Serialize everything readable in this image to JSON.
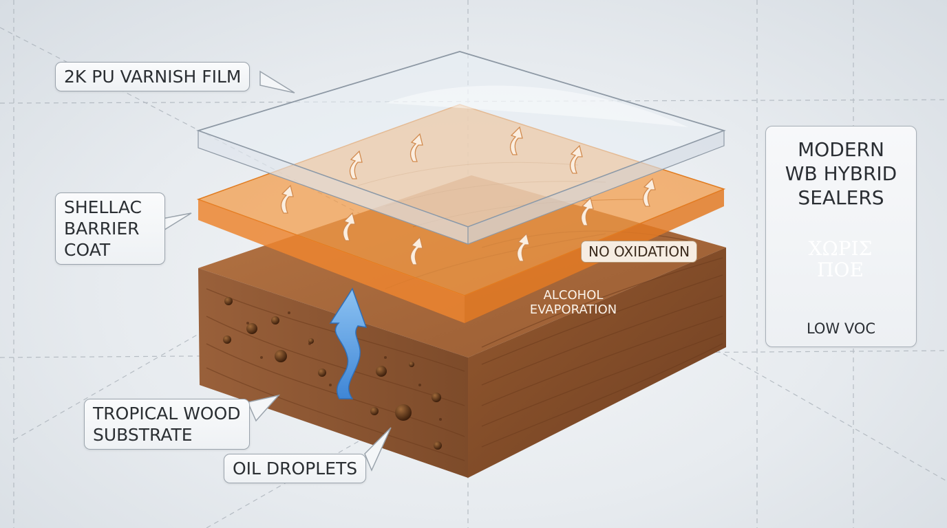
{
  "labels": {
    "varnish": "2K PU VARNISH FILM",
    "shellac": "SHELLAC\nBARRIER\nCOAT",
    "substrate": "TROPICAL WOOD\nSUBSTRATE",
    "oil": "OIL DROPLETS",
    "no_oxidation": "NO OXIDATION",
    "evaporation": "ALCOHOL\nEVAPORATION"
  },
  "side_panel": {
    "title": "MODERN\nWB HYBRID\nSEALERS",
    "seal_text": "ΧΩΡΙΣ\nΠΟΕ",
    "footer": "LOW VOC"
  },
  "colors": {
    "wood_top": "#a8683a",
    "wood_front": "#8a5430",
    "wood_side": "#7c4a29",
    "shellac": "#f08a2e",
    "varnish": "#dde6ee",
    "seal": "#6d7985",
    "arrow_blue": "#5b9fe0"
  }
}
